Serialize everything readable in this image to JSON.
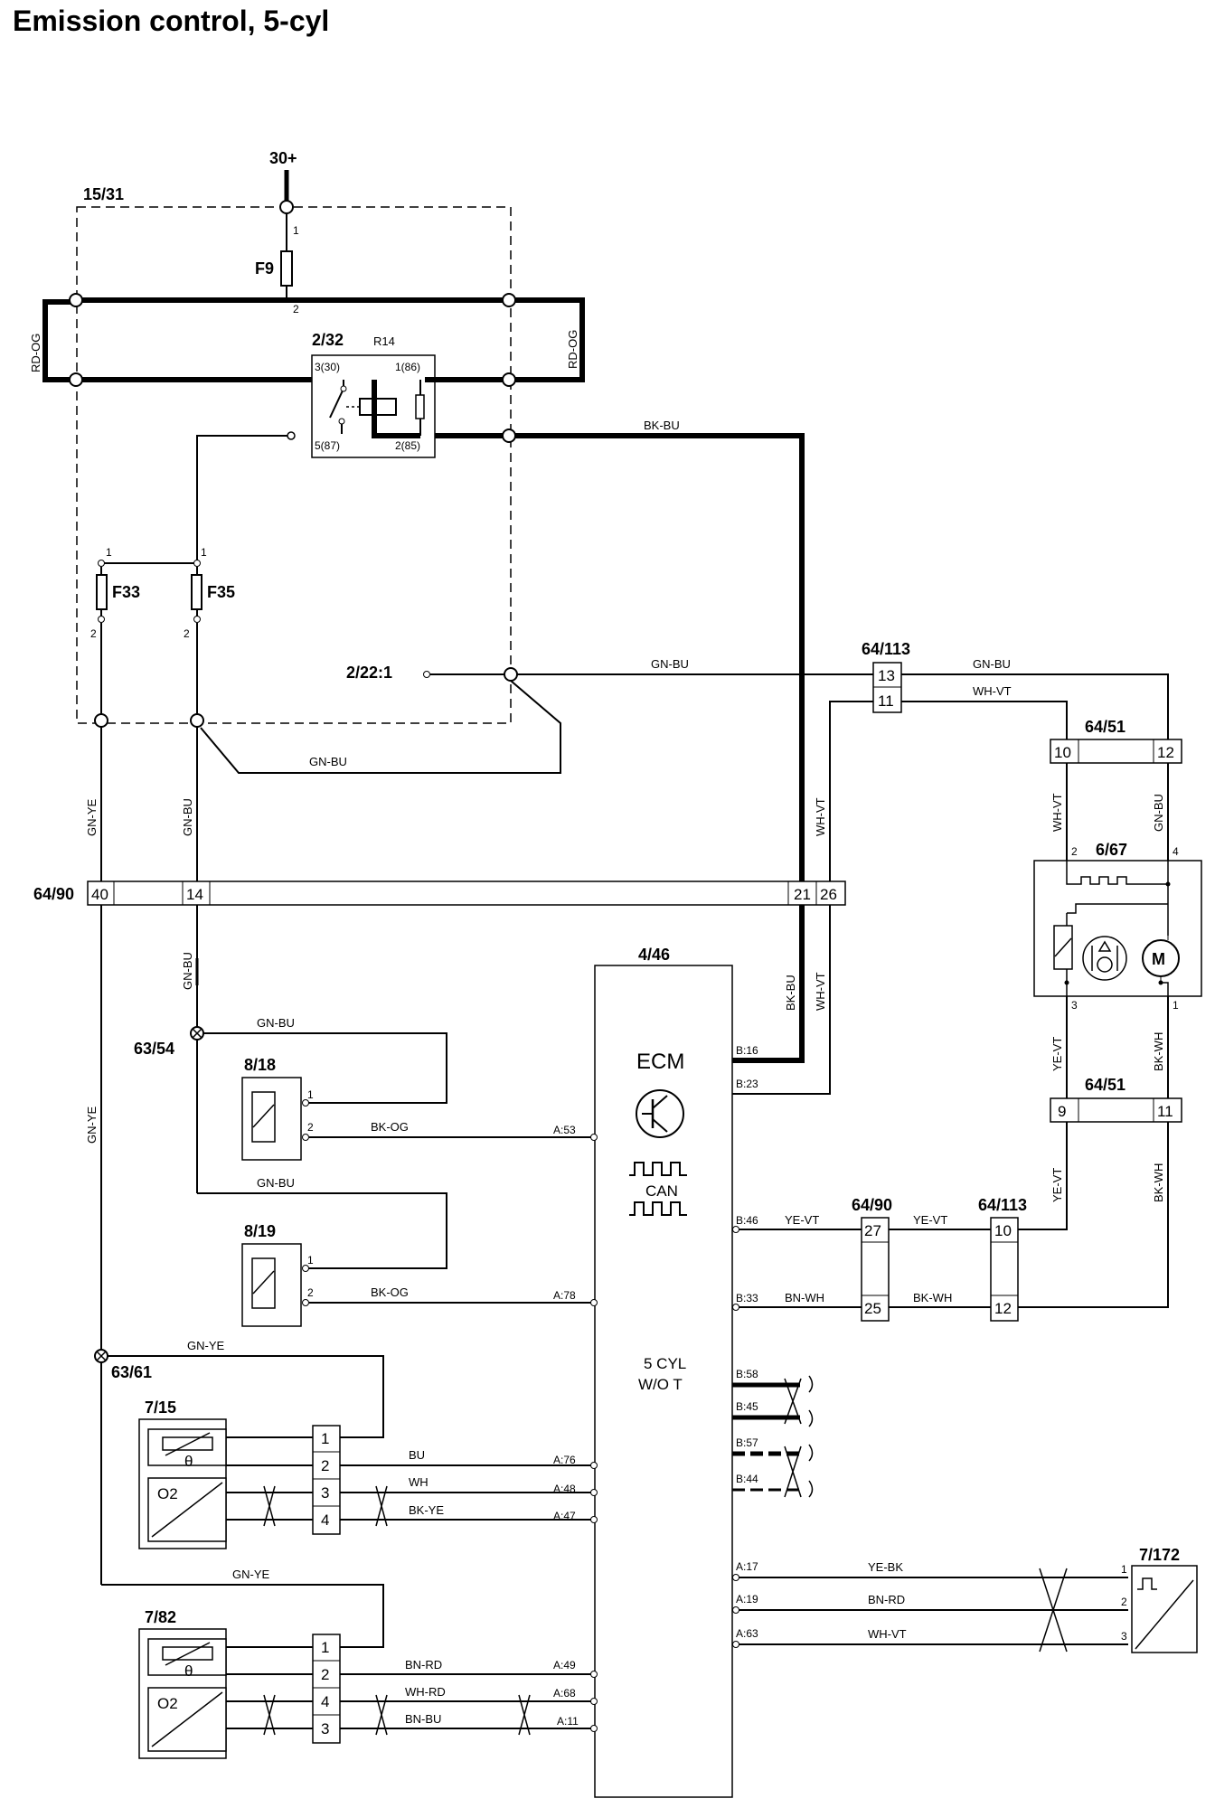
{
  "title": "Emission control, 5-cyl",
  "supply": "30+",
  "fuse_box": {
    "id": "15/31",
    "main_fuse": "F9",
    "fuses": [
      "F33",
      "F35"
    ]
  },
  "relay": {
    "id": "2/32",
    "name": "R14",
    "pins": [
      "3(30)",
      "1(86)",
      "5(87)",
      "2(85)"
    ]
  },
  "ground_point": "2/22:1",
  "connectors": {
    "c64_90": {
      "id": "64/90",
      "pins": [
        "40",
        "14",
        "21",
        "26",
        "27",
        "25"
      ]
    },
    "c64_113": {
      "id": "64/113",
      "pins": [
        "13",
        "11",
        "10",
        "12"
      ]
    },
    "c64_51": {
      "id": "64/51",
      "pins": [
        "10",
        "12",
        "9",
        "11"
      ]
    }
  },
  "splices": [
    "63/54",
    "63/61"
  ],
  "ecm": {
    "id": "4/46",
    "name": "ECM",
    "can": "CAN",
    "variant": [
      "5 CYL",
      "W/O T"
    ],
    "pins": [
      "B:16",
      "B:23",
      "A:53",
      "B:46",
      "A:78",
      "B:33",
      "B:58",
      "B:45",
      "B:57",
      "B:44",
      "A:76",
      "A:48",
      "A:47",
      "A:17",
      "A:19",
      "A:63",
      "A:49",
      "A:68",
      "A:11"
    ]
  },
  "components": {
    "evap_valve": {
      "id": "6/67",
      "motor": "M",
      "pins": [
        "2",
        "4",
        "3",
        "1"
      ]
    },
    "c8_18": {
      "id": "8/18"
    },
    "c8_19": {
      "id": "8/19"
    },
    "sensor_7_15": {
      "id": "7/15",
      "pins": [
        "1",
        "2",
        "3",
        "4"
      ]
    },
    "sensor_7_82": {
      "id": "7/82",
      "pins": [
        "1",
        "2",
        "4",
        "3"
      ]
    },
    "sensor_7_172": {
      "id": "7/172",
      "pins": [
        "1",
        "2",
        "3"
      ]
    },
    "o2_label": "O2",
    "theta": "θ"
  },
  "wire_colors": {
    "rd_og": "RD-OG",
    "bk_bu": "BK-BU",
    "gn_bu": "GN-BU",
    "wh_vt": "WH-VT",
    "gn_ye": "GN-YE",
    "bk_og": "BK-OG",
    "ye_vt": "YE-VT",
    "bk_wh": "BK-WH",
    "bn_wh": "BN-WH",
    "bu": "BU",
    "wh": "WH",
    "bk_ye": "BK-YE",
    "ye_bk": "YE-BK",
    "bn_rd": "BN-RD",
    "wh_rd": "WH-RD",
    "bn_bu": "BN-BU"
  }
}
